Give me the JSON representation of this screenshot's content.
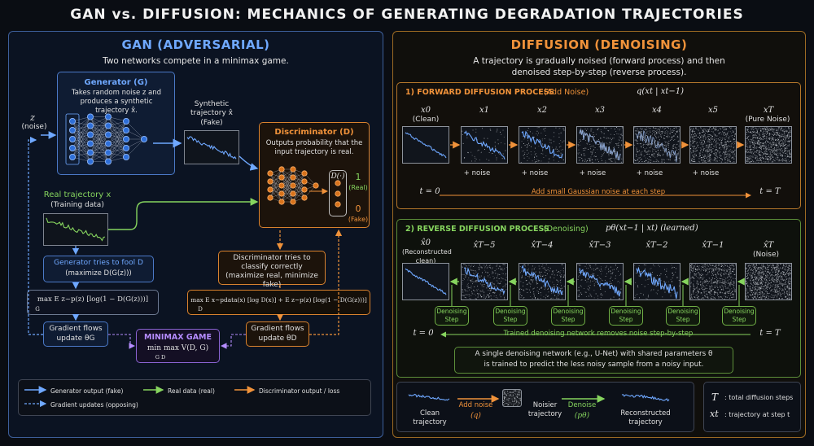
{
  "title": "GAN vs. DIFFUSION: MECHANICS OF GENERATING DEGRADATION TRAJECTORIES",
  "gan": {
    "title": "GAN (ADVERSARIAL)",
    "subtitle": "Two networks compete in a minimax game.",
    "generator_title": "Generator (G)",
    "generator_desc": "Takes random noise z and produces a synthetic trajectory x̂.",
    "noise_var": "z",
    "noise_label": "(noise)",
    "synthetic_label": "Synthetic trajectory x̂",
    "synthetic_sub": "(Fake)",
    "disc_title": "Discriminator (D)",
    "disc_desc": "Outputs probability that the input trajectory is real.",
    "d_output": "D(·)",
    "real_val": "1",
    "real_lbl": "(Real)",
    "fake_val": "0",
    "fake_lbl": "(Fake)",
    "real_traj_title": "Real trajectory x",
    "real_traj_sub": "(Training data)",
    "gen_fool_title": "Generator tries to fool D",
    "gen_fool_sub": "(maximize D(G(z)))",
    "gen_loss": "max E z~p(z) [log(1 − D(G(z)))]",
    "gen_loss_sub": "G",
    "grad_g_1": "Gradient flows",
    "grad_g_2": "update θG",
    "minimax_title": "MINIMAX GAME",
    "minimax_formula": "min max V(D, G)",
    "minimax_sub": "G    D",
    "disc_try_1": "Discriminator tries to",
    "disc_try_2": "classify correctly",
    "disc_try_3": "(maximize real, minimize fake)",
    "disc_loss": "max E x~pdata(x) [log D(x)] + E z~p(z) [log(1 − D(G(z)))]",
    "disc_loss_sub": "D",
    "grad_d_1": "Gradient flows",
    "grad_d_2": "update θD",
    "legend": {
      "gen_out": "Generator output (fake)",
      "real_data": "Real data (real)",
      "disc_out": "Discriminator output / loss",
      "grad_upd": "Gradient updates (opposing)"
    }
  },
  "diffusion": {
    "title": "DIFFUSION (DENOISING)",
    "subtitle_1": "A trajectory is gradually noised (forward process) and then",
    "subtitle_2": "denoised step-by-step (reverse process).",
    "forward_title": "1) FORWARD DIFFUSION PROCESS",
    "forward_tag": "(Add Noise)",
    "forward_formula": "q(xt | xt−1)",
    "forward_labels": [
      "x0",
      "x1",
      "x2",
      "x3",
      "x4",
      "x5",
      "xT"
    ],
    "forward_sub_clean": "(Clean)",
    "forward_sub_noise": "(Pure Noise)",
    "plus_noise": "+ noise",
    "t0": "t = 0",
    "tT": "t = T",
    "forward_caption": "Add small Gaussian noise at each step",
    "reverse_title": "2) REVERSE DIFFUSION PROCESS",
    "reverse_tag": "(Denoising)",
    "reverse_formula": "pθ(xt−1 | xt) (learned)",
    "reverse_labels": [
      "x̂0",
      "x̂T−5",
      "x̂T−4",
      "x̂T−3",
      "x̂T−2",
      "x̂T−1",
      "x̂T"
    ],
    "reverse_sub_recon": "(Reconstructed clean)",
    "reverse_sub_noise": "(Noise)",
    "denoise_step_1": "Denoising",
    "denoise_step_2": "Step",
    "reverse_caption": "Trained denoising network removes noise step-by-step",
    "note_1": "A single denoising network (e.g., U-Net) with shared parameters θ",
    "note_2": "is trained to predict the less noisy sample from a noisy input.",
    "bottom": {
      "clean_1": "Clean",
      "clean_2": "trajectory",
      "add_noise": "Add noise",
      "add_noise_q": "(q)",
      "noisier_1": "Noisier",
      "noisier_2": "trajectory",
      "denoise": "Denoise",
      "denoise_p": "(pθ)",
      "recon_1": "Reconstructed",
      "recon_2": "trajectory"
    },
    "defs": {
      "T_sym": "T",
      "T_def": ":  total diffusion steps",
      "xt_sym": "xt",
      "xt_def": ":  trajectory at step t"
    }
  },
  "colors": {
    "blue": "#6fa8ff",
    "orange": "#f0923a",
    "green": "#86d45e",
    "purple": "#b58cff"
  }
}
